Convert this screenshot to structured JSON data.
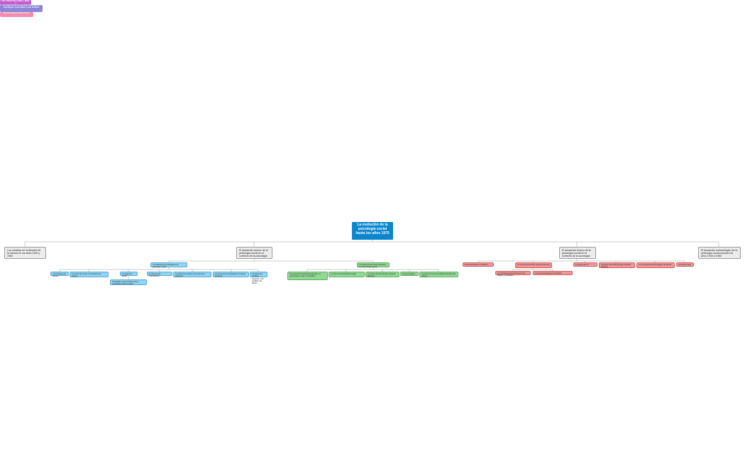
{
  "header": {
    "tag1": "ADA. PSICOLOGÍA SOCIAL. NIVEL 1",
    "tag2": "Psicología Social: Perspectivas Psicológicas y Sociológicas. Tomo Aldana y Juan de Mexia",
    "tag3": "Michelle Alejandra Rueda Chavez"
  },
  "colors": {
    "root": "#0a86cc",
    "tag1": "#c35ccf",
    "tag2": "#8d86d8",
    "tag3": "#f08cae",
    "blue": "#8fd5f5",
    "green": "#93d996",
    "red": "#f39696",
    "grey": "#ececec",
    "line": "#9a9a9a"
  },
  "root": {
    "label": "La evolución de la psicología social hasta los años 1970"
  },
  "branches": {
    "b1": "Los cambios en la filosofía de la ciencia en los años 1930 y 1960",
    "b2": "El desarrollo teórico de la psicología social en el contexto de la psicología",
    "b3": "El desarrollo teórico de la psicología social en el contexto de la sociología",
    "b4": "El desarrollo metodológico de la psicología social durante los años 1930 a 1960"
  },
  "blue": {
    "head": "La influencia de la Gestalt en la psicología social",
    "c1": "La psicología de grupos",
    "c2": "La teoría de campo y la dinámica de grupos",
    "c3": "La cognición social",
    "c3a": "Principales características de la psicología social cognitiva",
    "c4": "La disonancia cognoscitiva",
    "c5": "La atribución causal y la teoría de la atribución",
    "c6": "La teoría de la comparación social de Festinger",
    "c7": "La teoría del conflicto cognitivo y del equilibrio de Heider"
  },
  "green": {
    "head": "La influencia del neoconductismo en la psicología social",
    "c1": "La teoría de la frustración-agresión, el aprendizaje social y la imitación",
    "c2": "La teoría del intercambio social",
    "c3": "La teoría del aprendizaje social de Bandura",
    "c4": "El psicoanálisis",
    "c5": "La teoría de la personalidad autoritaria de Adorno"
  },
  "red": {
    "r1": "El interaccionismo simbólico",
    "r2": "La teoría de la acción social de Parsons",
    "r2a": "La sociología del conocimiento de Berger y Luckmann",
    "r2b": "La etnometodología de Garfinkel",
    "r3": "La teoría del rol",
    "r4": "La teoría de la dramaturgia social de Goffman",
    "r5": "La sociología fenomenológica de Schütz",
    "r6": "La teoría crítica"
  }
}
